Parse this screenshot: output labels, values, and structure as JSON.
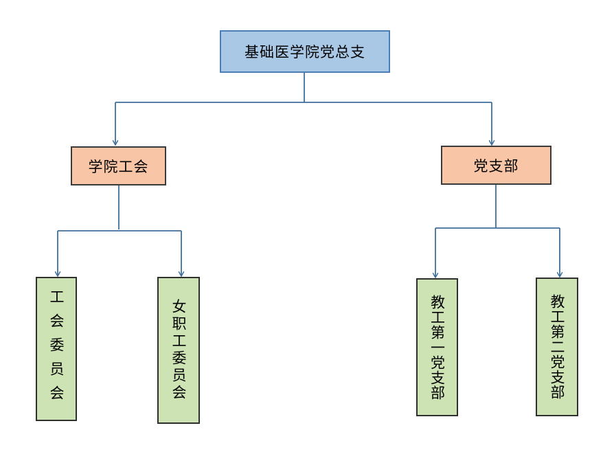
{
  "root": {
    "label": "基础医学院党总支"
  },
  "branches": [
    {
      "label": "学院工会",
      "children": [
        "工会委员会",
        "女职工委员会"
      ]
    },
    {
      "label": "党支部",
      "children": [
        "教工第一党支部",
        "教工第二党支部"
      ]
    }
  ],
  "colors": {
    "root_fill": "#a9c8e6",
    "root_border": "#4a7eb5",
    "branch_fill": "#f8c6a6",
    "leaf_fill": "#cde3b4",
    "connector": "#3f6f9b"
  }
}
